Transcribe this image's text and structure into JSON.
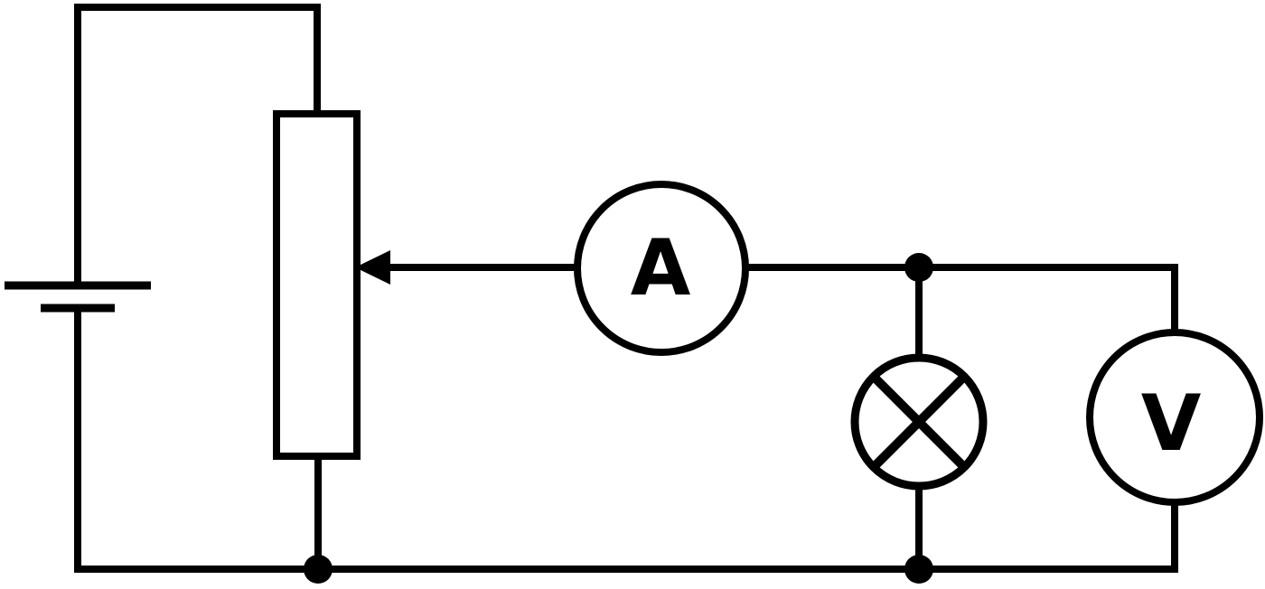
{
  "diagram": {
    "kind": "electrical-circuit-diagram",
    "background_color": "#ffffff",
    "line_color": "#000000",
    "components": {
      "battery": {
        "symbol": "cell",
        "label": ""
      },
      "rheostat": {
        "symbol": "variable-resistor-with-wiper-arrow",
        "label": ""
      },
      "ammeter": {
        "symbol": "circle-meter",
        "label": "A"
      },
      "lamp": {
        "symbol": "circle-with-cross",
        "label": ""
      },
      "voltmeter": {
        "symbol": "circle-meter",
        "label": "V"
      }
    },
    "junction_count": "3"
  }
}
